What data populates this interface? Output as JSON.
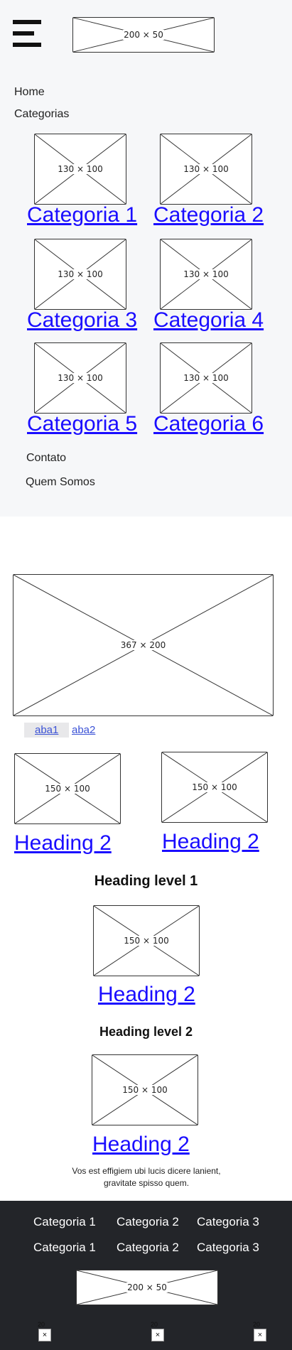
{
  "header": {
    "menu_icon": "hamburger-menu-icon",
    "logo": "200 × 50"
  },
  "menu": {
    "home": "Home",
    "categorias": "Categorias",
    "categories": [
      {
        "image": "130 × 100",
        "label": "Categoria 1"
      },
      {
        "image": "130 × 100",
        "label": "Categoria 2"
      },
      {
        "image": "130 × 100",
        "label": "Categoria 3"
      },
      {
        "image": "130 × 100",
        "label": "Categoria 4"
      },
      {
        "image": "130 × 100",
        "label": "Categoria 5"
      },
      {
        "image": "130 × 100",
        "label": "Categoria 6"
      }
    ],
    "contato": "Contato",
    "quem_somos": "Quem Somos"
  },
  "banner": {
    "image": "367 × 200"
  },
  "tabs": [
    {
      "label": "aba1",
      "active": true
    },
    {
      "label": "aba2",
      "active": false
    }
  ],
  "cards": [
    {
      "image": "150 × 100",
      "heading": "Heading 2"
    },
    {
      "image": "150 × 100",
      "heading": "Heading 2"
    }
  ],
  "section1": {
    "title": "Heading level 1",
    "image": "150 × 100",
    "heading": "Heading 2"
  },
  "section2": {
    "title": "Heading level 2",
    "image": "150 × 100",
    "heading": "Heading 2",
    "text": "Vos est effigiem ubi lucis dicere lanient, gravitate spisso quem."
  },
  "footer": {
    "row1": [
      "Categoria 1",
      "Categoria 2",
      "Categoria 3"
    ],
    "row2": [
      "Categoria 1",
      "Categoria 2",
      "Categoria 3"
    ],
    "logo": "200 × 50",
    "icons": [
      {
        "label": "20",
        "glyph": "×"
      },
      {
        "label": "20",
        "glyph": "×"
      },
      {
        "label": "20",
        "glyph": "×"
      }
    ]
  },
  "colors": {
    "panel": "#f6f7f9",
    "link": "#1a0dff",
    "footer": "#232529"
  }
}
